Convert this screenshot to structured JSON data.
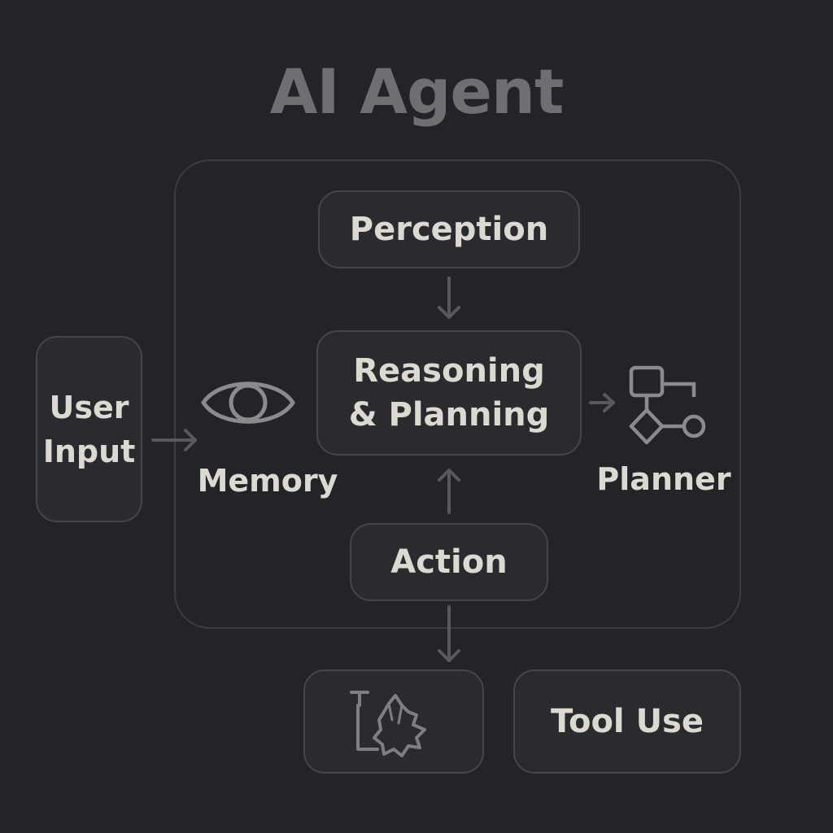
{
  "title": "AI Agent",
  "nodes": {
    "perception": "Perception",
    "reasoning": {
      "line1": "Reasoning",
      "line2": "& Planning"
    },
    "action": "Action",
    "user_input": {
      "line1": "User",
      "line2": "Input"
    },
    "memory": "Memory",
    "planner": "Planner",
    "tool_use": "Tool Use"
  },
  "icons": {
    "memory": "eye-icon",
    "planner": "flowchart-icon",
    "tool": "tool-sketch-icon"
  },
  "colors": {
    "background": "#232427",
    "box_fill": "#2a2b2e",
    "box_border": "#45464a",
    "text": "#dcd8d2",
    "title": "#6f6f71",
    "icon": "#8a8b8d",
    "arrow": "#58595c"
  }
}
